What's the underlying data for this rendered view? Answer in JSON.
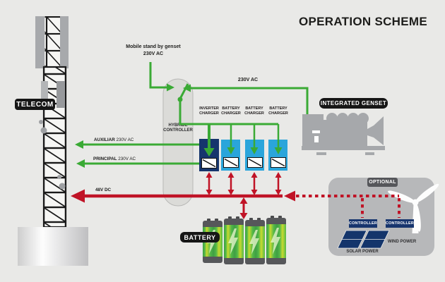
{
  "title": "OPERATION SCHEME",
  "tower": {
    "label": "TELECOM"
  },
  "standby": {
    "line1": "Mobile stand by genset",
    "line2": "230V AC"
  },
  "genset": {
    "label": "INTEGRATED GENSET",
    "wire_label": "230V AC"
  },
  "controller": {
    "line1": "HYBRIDE",
    "line2": "CONTROLLER"
  },
  "chargers": [
    {
      "line1": "INVERTER",
      "line2": "CHARGER"
    },
    {
      "line1": "BATTERY",
      "line2": "CHARGER"
    },
    {
      "line1": "BATTERY",
      "line2": "CHARGER"
    },
    {
      "line1": "BATTERY",
      "line2": "CHARGER"
    }
  ],
  "feeds": {
    "auxiliar": {
      "name": "AUXILIAR",
      "value": "230V AC"
    },
    "principal": {
      "name": "PRINCIPAL",
      "value": "230V AC"
    },
    "dc": {
      "name": "48V DC"
    }
  },
  "battery": {
    "label": "BATTERY",
    "count": 4
  },
  "optional": {
    "label": "OPTIONAL",
    "solar_controller": "CONTROLLER",
    "wind_controller": "CONTROLLER",
    "solar_caption": "SOLAR POWER",
    "wind_caption": "WIND POWER"
  },
  "colors": {
    "background": "#e9e9e7",
    "ac_green": "#3aaa35",
    "dc_red": "#c01326",
    "inverter_navy": "#16356d",
    "charger_blue": "#2aa5db",
    "battery_green": "#52b848",
    "battery_yellow": "#c9da2f",
    "structure_gray": "#a6a8ab"
  }
}
